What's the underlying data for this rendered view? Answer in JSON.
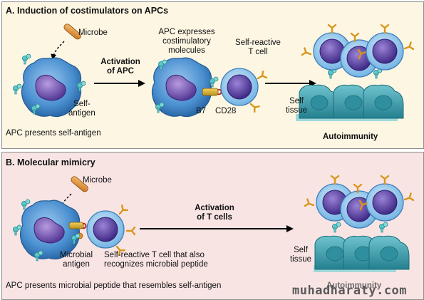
{
  "panel_a": {
    "title": "A. Induction of costimulators on APCs",
    "microbe": "Microbe",
    "self_antigen": "Self-\nantigen",
    "apc_caption": "APC presents self-antigen",
    "activation": "Activation\nof APC",
    "apc_expresses": "APC expresses\ncostimulatory\nmolecules",
    "t_cell": "Self-reactive\nT cell",
    "b7": "B7",
    "cd28": "CD28",
    "self_tissue": "Self\ntissue",
    "outcome": "Autoimmunity"
  },
  "panel_b": {
    "title": "B. Molecular mimicry",
    "microbe": "Microbe",
    "activation": "Activation\nof T cells",
    "microbial_antigen": "Microbial\nantigen",
    "t_cell_desc": "Self-reactive T cell that also\nrecognizes microbial peptide",
    "apc_caption": "APC presents microbial peptide that resembles self-antigen",
    "self_tissue": "Self\ntissue",
    "outcome": "Autoimmunity"
  },
  "watermark": "muhadharaty.com",
  "colors": {
    "panel_a_bg": "#fdf6e3",
    "panel_b_bg": "#f9e4e4",
    "apc": "#4a8fd0",
    "apc_nucleus": "#6c4fa8",
    "t_cell_nucleus": "#5b3fa0",
    "tissue": "#3d9fae",
    "receptor": "#e0a020",
    "microbe": "#e89a3c",
    "arrow": "#000000"
  }
}
